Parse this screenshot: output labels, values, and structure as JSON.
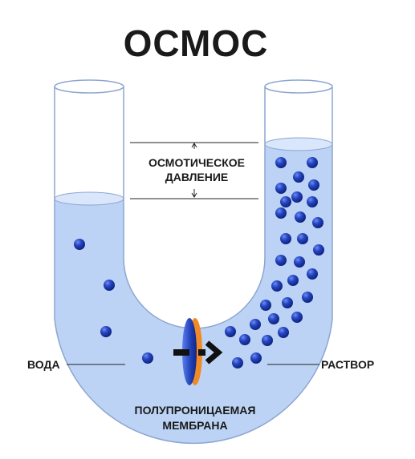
{
  "title": "ОСМОС",
  "labels": {
    "pressure_line1": "ОСМОТИЧЕСКОЕ",
    "pressure_line2": "ДАВЛЕНИЕ",
    "water": "ВОДА",
    "solution": "РАСТВОР",
    "membrane_line1": "ПОЛУПРОНИЦАЕМАЯ",
    "membrane_line2": "МЕМБРАНА"
  },
  "colors": {
    "liquid": "#bcd3f5",
    "liquid_surface": "#d9e6fb",
    "tube_outline": "#8da6cf",
    "particle": "#1f3fb3",
    "membrane_blue": "#1f3fb3",
    "membrane_orange": "#f08a24",
    "arrow": "#111111"
  },
  "icons": {
    "flow_arrow": "arrow-right-icon",
    "level_marker": "double-arrow-vertical-icon"
  }
}
